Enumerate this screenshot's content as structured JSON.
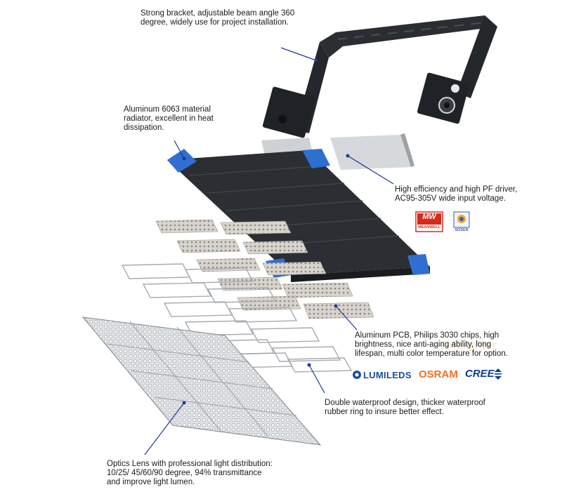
{
  "callouts": {
    "bracket": [
      "Strong bracket, adjustable beam angle 360",
      "degree, widely use for project installation."
    ],
    "radiator": [
      "Aluminum 6063 material",
      "radiator, excellent in heat",
      "dissipation."
    ],
    "driver": [
      "High efficiency and high PF driver,",
      "AC95-305V wide input voltage."
    ],
    "pcb": [
      "Aluminum PCB, Philips 3030 chips, high",
      "brightness, nice anti-aging ability, long",
      "lifespan, multi color temperature for option."
    ],
    "waterproof": [
      "Double waterproof design, thicker waterproof",
      "rubber ring to insure better effect."
    ],
    "optics": [
      "Optics Lens with professional light distribution:",
      "10/25/ 45/60/90 degree, 94% transmittance",
      "and improve light lumen."
    ]
  },
  "driver_logos": {
    "meanwell_top": "MW",
    "meanwell_bottom": "MEANWELL",
    "sosen": "SOSEN"
  },
  "chip_brands": {
    "lumileds": "LUMILEDS",
    "osram": "OSRAM",
    "cree": "CREE"
  },
  "watermark": "TMLighter",
  "colors": {
    "leader": "#1f3a93",
    "housing": "#2b2e33",
    "endcap": "#2f6fd1",
    "pcb": "#c9c3bb",
    "lens": "#b8bcc0",
    "osram": "#f37021",
    "cree": "#0a3d8f",
    "lumileds": "#1b4fa0",
    "meanwell": "#d52b1e"
  }
}
